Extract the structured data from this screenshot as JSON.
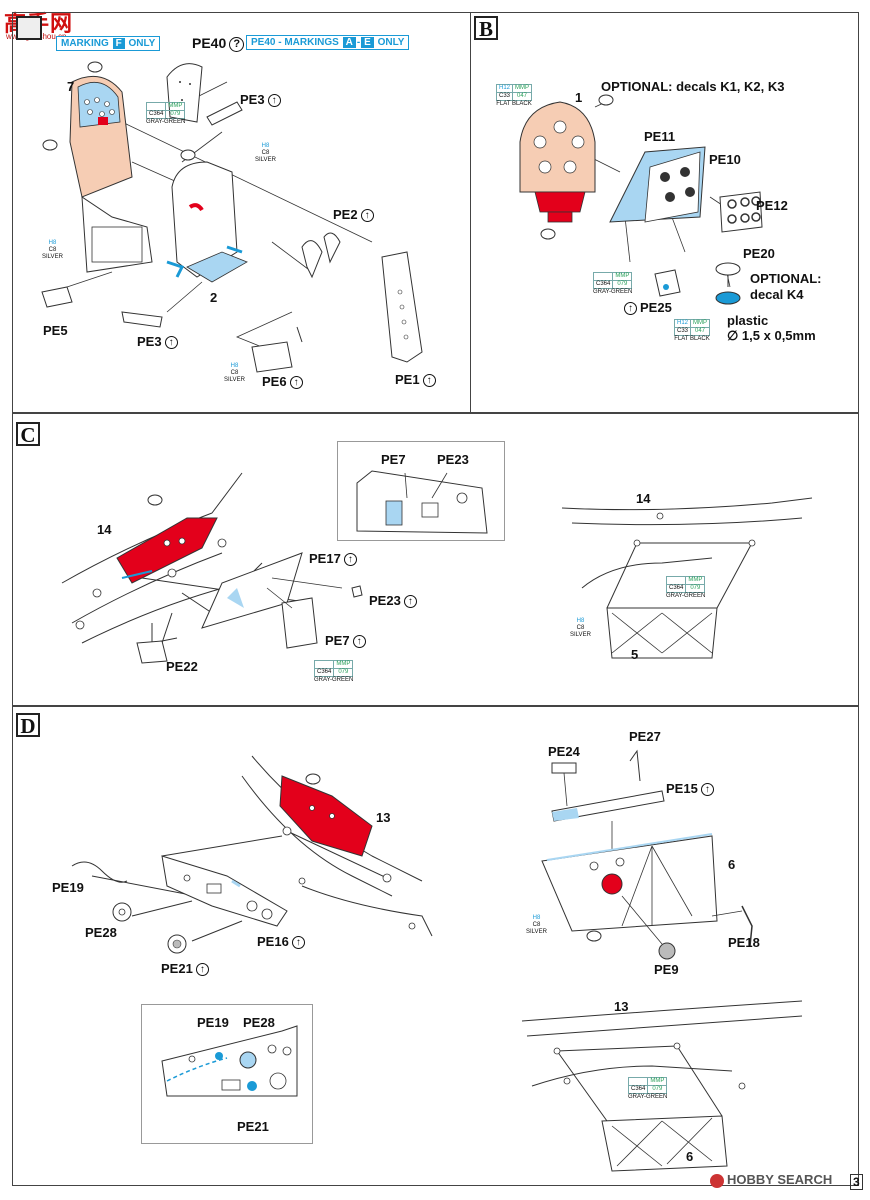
{
  "watermark": {
    "site_cn": "高手网",
    "site_url": "www.gaoshou.cn",
    "hobby_search": "HOBBY SEARCH"
  },
  "page_number": "3",
  "panelA": {
    "marking_f": {
      "prefix": "MARKING",
      "letter": "F",
      "suffix": "ONLY"
    },
    "pe40_q": "PE40",
    "marking_ae": {
      "prefix": "PE40 - MARKINGS",
      "a": "A",
      "dash": "-",
      "e": "E",
      "suffix": "ONLY"
    },
    "part7": "7",
    "part2": "2",
    "pe3_top": "PE3",
    "pe3_bottom": "PE3",
    "pe2": "PE2",
    "pe5": "PE5",
    "pe6": "PE6",
    "pe1": "PE1",
    "c364": {
      "mmp": "MMP",
      "code": "C364",
      "num": "079",
      "name": "GRAY-GREEN"
    },
    "h8_seat": {
      "h": "H8",
      "c": "C8",
      "name": "SILVER"
    },
    "h8_left": {
      "h": "H8",
      "c": "C8",
      "name": "SILVER"
    },
    "h8_bottom": {
      "h": "H8",
      "c": "C8",
      "name": "SILVER"
    }
  },
  "panelB": {
    "letter": "B",
    "optional1": "OPTIONAL: decals K1, K2, K3",
    "part1": "1",
    "pe11": "PE11",
    "pe10": "PE10",
    "pe12": "PE12",
    "pe20": "PE20",
    "optional2_a": "OPTIONAL:",
    "optional2_b": "decal K4",
    "pe25": "PE25",
    "plastic": "plastic",
    "plastic_dim": "∅ 1,5 x 0,5mm",
    "h12_top": {
      "h": "H12",
      "mmp": "MMP",
      "c": "C33",
      "num": "047",
      "name": "FLAT BLACK"
    },
    "h12_bottom": {
      "h": "H12",
      "mmp": "MMP",
      "c": "C33",
      "num": "047",
      "name": "FLAT BLACK"
    },
    "c364": {
      "mmp": "MMP",
      "code": "C364",
      "num": "079",
      "name": "GRAY-GREEN"
    }
  },
  "panelC": {
    "letter": "C",
    "inset_pe7": "PE7",
    "inset_pe23": "PE23",
    "part14_left": "14",
    "part14_right": "14",
    "pe17": "PE17",
    "pe23": "PE23",
    "pe7": "PE7",
    "pe22": "PE22",
    "part5": "5",
    "c364_left": {
      "mmp": "MMP",
      "code": "C364",
      "num": "079",
      "name": "GRAY-GREEN"
    },
    "c364_right": {
      "mmp": "MMP",
      "code": "C364",
      "num": "079",
      "name": "GRAY-GREEN"
    },
    "h8": {
      "h": "H8",
      "c": "C8",
      "name": "SILVER"
    }
  },
  "panelD": {
    "letter": "D",
    "part13_top": "13",
    "pe19": "PE19",
    "pe28": "PE28",
    "pe16": "PE16",
    "pe21": "PE21",
    "inset_pe19": "PE19",
    "inset_pe28": "PE28",
    "inset_pe21": "PE21",
    "pe24": "PE24",
    "pe27": "PE27",
    "pe15": "PE15",
    "part6_top": "6",
    "pe18": "PE18",
    "pe9": "PE9",
    "part13_bottom": "13",
    "part6_bottom": "6",
    "h8": {
      "h": "H8",
      "c": "C8",
      "name": "SILVER"
    },
    "c364": {
      "mmp": "MMP",
      "code": "C364",
      "num": "079",
      "name": "GRAY-GREEN"
    }
  },
  "colors": {
    "flesh": "#f6cdb4",
    "light_blue": "#a9d6f2",
    "red": "#e3001b",
    "accent_blue": "#1a9ad6"
  }
}
